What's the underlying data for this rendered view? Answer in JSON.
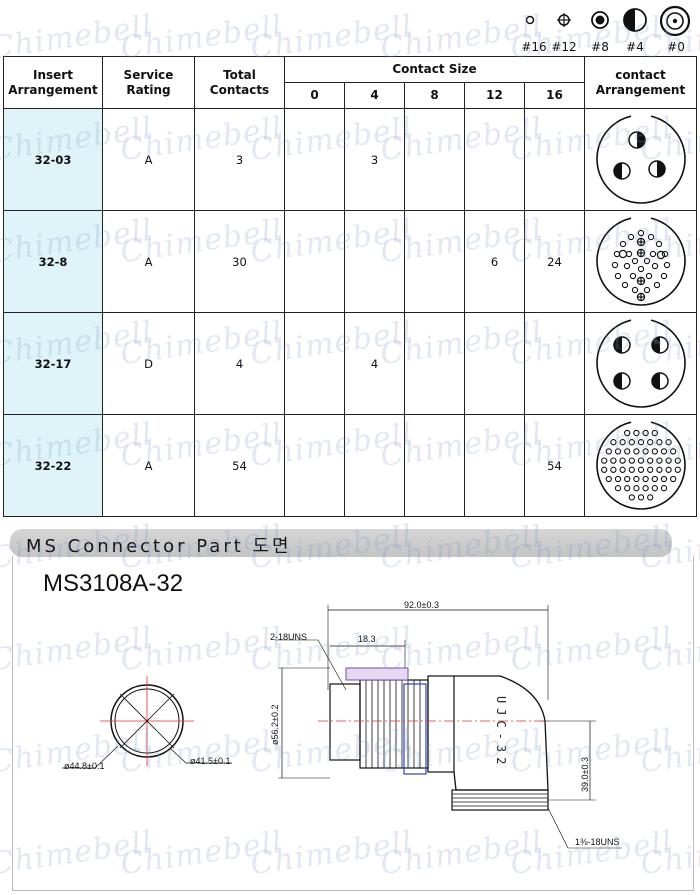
{
  "legend": [
    {
      "label": "#16",
      "icon": "contact-16-icon"
    },
    {
      "label": "#12",
      "icon": "contact-12-icon"
    },
    {
      "label": "#8",
      "icon": "contact-8-icon"
    },
    {
      "label": "#4",
      "icon": "contact-4-icon"
    },
    {
      "label": "#0",
      "icon": "contact-0-icon"
    }
  ],
  "table": {
    "headers": {
      "insert": "Insert\nArrangement",
      "service": "Service\nRating",
      "total": "Total\nContacts",
      "contact_size": "Contact Size",
      "contact_arr": "contact\nArrangement",
      "sizes": [
        "0",
        "4",
        "8",
        "12",
        "16"
      ]
    },
    "rows": [
      {
        "insert": "32-03",
        "service": "A",
        "total": "3",
        "c0": "",
        "c4": "3",
        "c8": "",
        "c12": "",
        "c16": ""
      },
      {
        "insert": "32-8",
        "service": "A",
        "total": "30",
        "c0": "",
        "c4": "",
        "c8": "",
        "c12": "6",
        "c16": "24"
      },
      {
        "insert": "32-17",
        "service": "D",
        "total": "4",
        "c0": "",
        "c4": "4",
        "c8": "",
        "c12": "",
        "c16": ""
      },
      {
        "insert": "32-22",
        "service": "A",
        "total": "54",
        "c0": "",
        "c4": "",
        "c8": "",
        "c12": "",
        "c16": "54"
      }
    ]
  },
  "section_title": "MS Connector Part 도면",
  "part_number": "MS3108A-32",
  "drawing": {
    "dim_overall": "92.0±0.3",
    "dim_thread_top": "2-18UNS",
    "dim_thread_len": "18.3",
    "dim_height": "ø56.2±0.2",
    "dim_drop": "39.0±0.3",
    "dim_thread_bottom": "1⅜-18UNS",
    "dim_outer": "ø44.8±0.1",
    "dim_inner": "ø41.5±0.1",
    "body_text": "UJC-32"
  },
  "watermark": "Chimebell"
}
